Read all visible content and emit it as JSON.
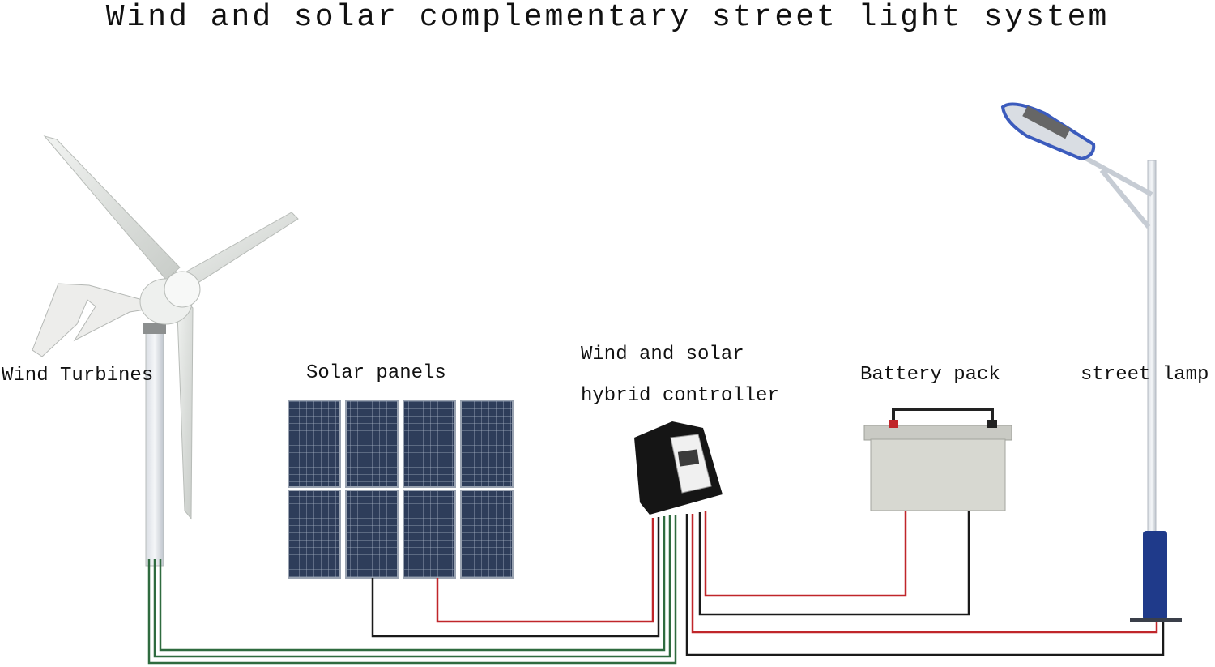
{
  "title": "Wind and solar complementary street light system",
  "components": {
    "wind_turbine": {
      "label": "Wind Turbines"
    },
    "solar_panels": {
      "label": "Solar panels",
      "panel_count": 8
    },
    "controller": {
      "label_line1": "Wind and solar",
      "label_line2": "hybrid controller"
    },
    "battery": {
      "label": "Battery pack"
    },
    "street_lamp": {
      "label": "street lamp"
    }
  },
  "colors": {
    "wire_green": "#2f6b3f",
    "wire_red": "#c0262a",
    "wire_black": "#1a1a1a",
    "panel_cell": "#2b3a55",
    "lamp_base": "#1f3a8a"
  }
}
